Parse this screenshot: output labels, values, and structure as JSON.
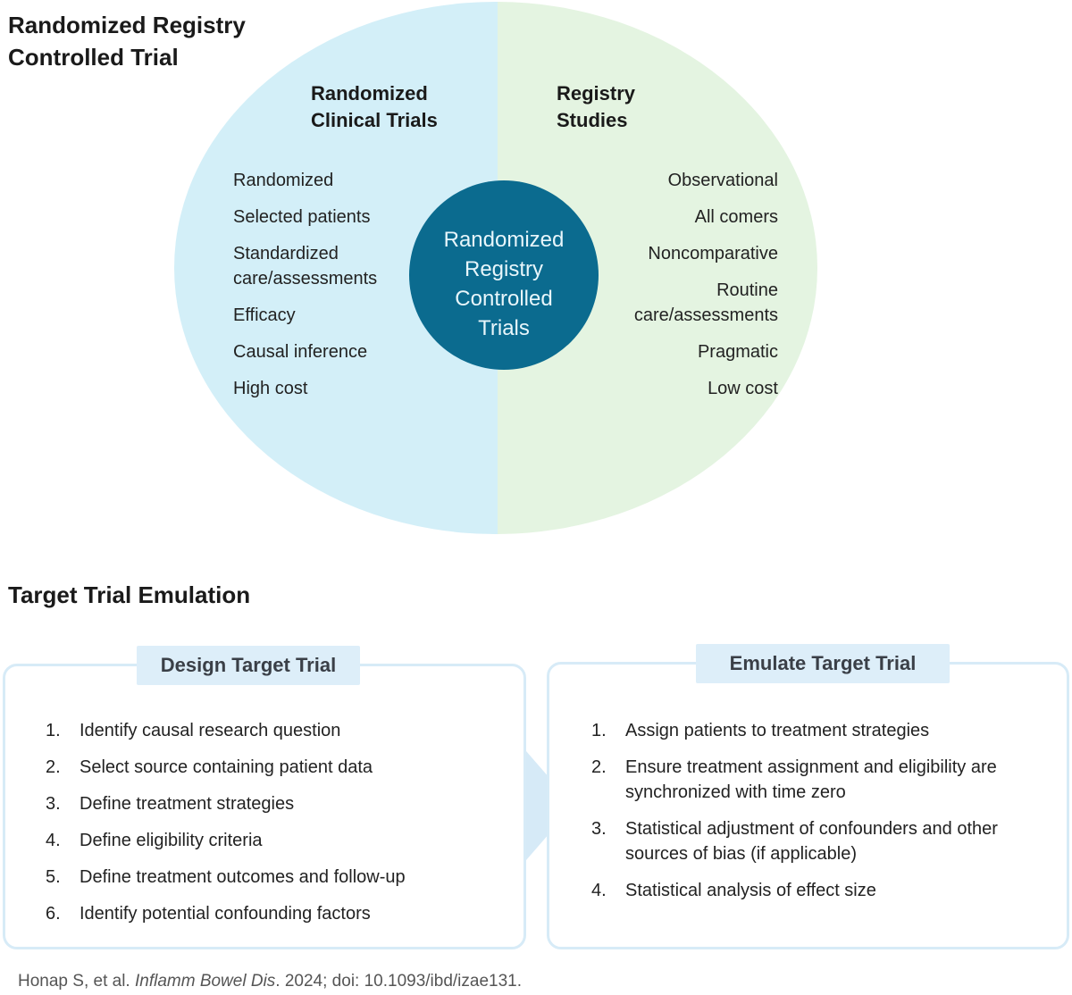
{
  "top": {
    "title_line1": "Randomized Registry",
    "title_line2": "Controlled Trial",
    "rct": {
      "title_line1": "Randomized",
      "title_line2": "Clinical Trials",
      "items": [
        "Randomized",
        "Selected patients",
        "Standardized",
        "care/assessments",
        "Efficacy",
        "Causal inference",
        "High cost"
      ]
    },
    "registry": {
      "title_line1": "Registry",
      "title_line2": "Studies",
      "items": [
        "Observational",
        "All comers",
        "Noncomparative",
        "Routine",
        "care/assessments",
        "Pragmatic",
        "Low cost"
      ]
    },
    "center": {
      "lines": [
        "Randomized",
        "Registry",
        "Controlled",
        "Trials"
      ]
    },
    "colors": {
      "left_half": "#d3eff8",
      "right_half": "#e4f4e1",
      "center_circle": "#0b6b8f"
    }
  },
  "bottom": {
    "title": "Target Trial Emulation",
    "design": {
      "label": "Design Target Trial",
      "steps": [
        {
          "num": "1.",
          "text": "Identify causal research question"
        },
        {
          "num": "2.",
          "text": "Select source containing patient data"
        },
        {
          "num": "3.",
          "text": "Define treatment strategies"
        },
        {
          "num": "4.",
          "text": "Define eligibility criteria"
        },
        {
          "num": "5.",
          "text": "Define treatment outcomes and follow-up"
        },
        {
          "num": "6.",
          "text": "Identify potential confounding factors"
        }
      ]
    },
    "emulate": {
      "label": "Emulate Target Trial",
      "steps": [
        {
          "num": "1.",
          "text": "Assign patients to treatment strategies"
        },
        {
          "num": "2.",
          "text": "Ensure treatment assignment and eligibility are synchronized with time zero"
        },
        {
          "num": "3.",
          "text": "Statistical adjustment of confounders and other sources of bias (if applicable)"
        },
        {
          "num": "4.",
          "text": "Statistical analysis of effect size"
        }
      ]
    },
    "colors": {
      "panel_border": "#d7ebf7",
      "label_bg": "#ddeef9",
      "arrow": "#d6eaf7"
    }
  },
  "citation": {
    "authors": "Honap S, et al. ",
    "journal": "Inflamm Bowel Dis",
    "rest": ". 2024; doi: 10.1093/ibd/izae131."
  }
}
